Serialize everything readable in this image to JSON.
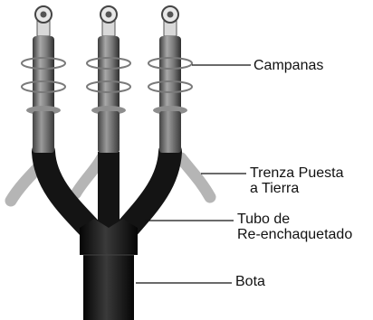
{
  "labels": {
    "campanas": "Campanas",
    "trenza_line1": "Trenza Puesta",
    "trenza_line2": "a Tierra",
    "tubo_line1": "Tubo de",
    "tubo_line2": "Re-enchaquetado",
    "bota": "Bota"
  },
  "colors": {
    "boot": "#111111",
    "jacket": "#1a1a1a",
    "braid": "#b5b5b5",
    "insulator": "#6e6e6e",
    "lug": "#e8e8e8",
    "leader_line": "#111111"
  }
}
